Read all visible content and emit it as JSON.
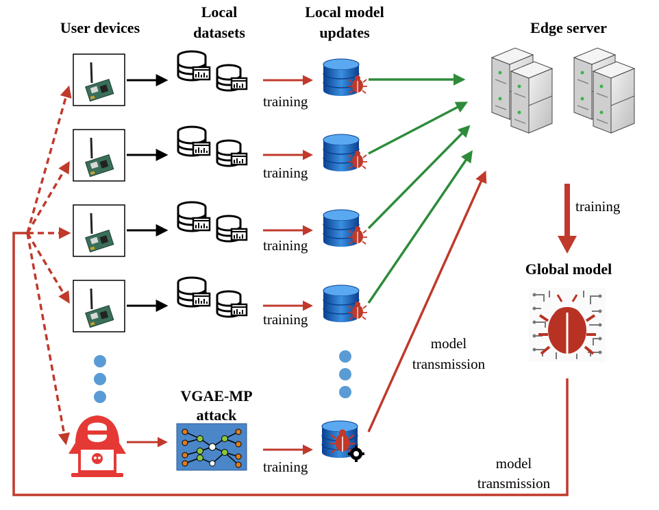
{
  "headers": {
    "user_devices": "User devices",
    "local_datasets_1": "Local",
    "local_datasets_2": "datasets",
    "local_updates_1": "Local model",
    "local_updates_2": "updates",
    "edge_server": "Edge server",
    "global_model": "Global model",
    "attack_1": "VGAE-MP",
    "attack_2": "attack"
  },
  "edge_labels": {
    "training": "training",
    "model_1": "model",
    "transmission": "transmission"
  },
  "colors": {
    "red_arrow": "#c0392b",
    "green_arrow": "#2e8b3a",
    "black_arrow": "#000000",
    "dot_blue": "#5b9bd5",
    "db_blue": "#1f6fc5",
    "bug_red": "#c0392b"
  },
  "icons": {
    "device": "iot-board-icon",
    "dataset": "database-chart-icon",
    "model": "database-bug-icon",
    "server": "server-rack-icon",
    "global": "bug-chip-icon",
    "attacker": "hacker-icon",
    "gnn": "graph-network-icon"
  }
}
